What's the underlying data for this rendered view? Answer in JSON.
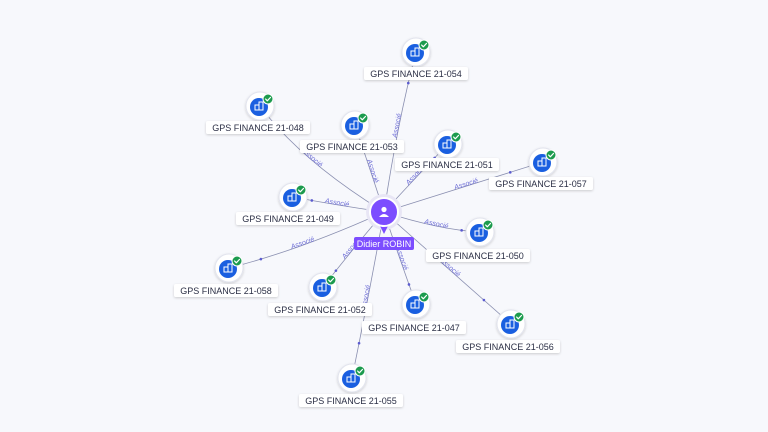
{
  "center": {
    "label": "Didier ROBIN",
    "icon": "person-icon"
  },
  "edge_label": "Associé",
  "colors": {
    "center": "#7c4dff",
    "company": "#1a5fe0",
    "check": "#1c9b4e",
    "edge": "#8a8fb0",
    "label_text": "#2b2f45"
  },
  "nodes": [
    {
      "label": "GPS FINANCE 21-054"
    },
    {
      "label": "GPS FINANCE 21-048"
    },
    {
      "label": "GPS FINANCE 21-053"
    },
    {
      "label": "GPS FINANCE 21-051"
    },
    {
      "label": "GPS FINANCE 21-057"
    },
    {
      "label": "GPS FINANCE 21-049"
    },
    {
      "label": "GPS FINANCE 21-050"
    },
    {
      "label": "GPS FINANCE 21-058"
    },
    {
      "label": "GPS FINANCE 21-052"
    },
    {
      "label": "GPS FINANCE 21-047"
    },
    {
      "label": "GPS FINANCE 21-056"
    },
    {
      "label": "GPS FINANCE 21-055"
    }
  ]
}
